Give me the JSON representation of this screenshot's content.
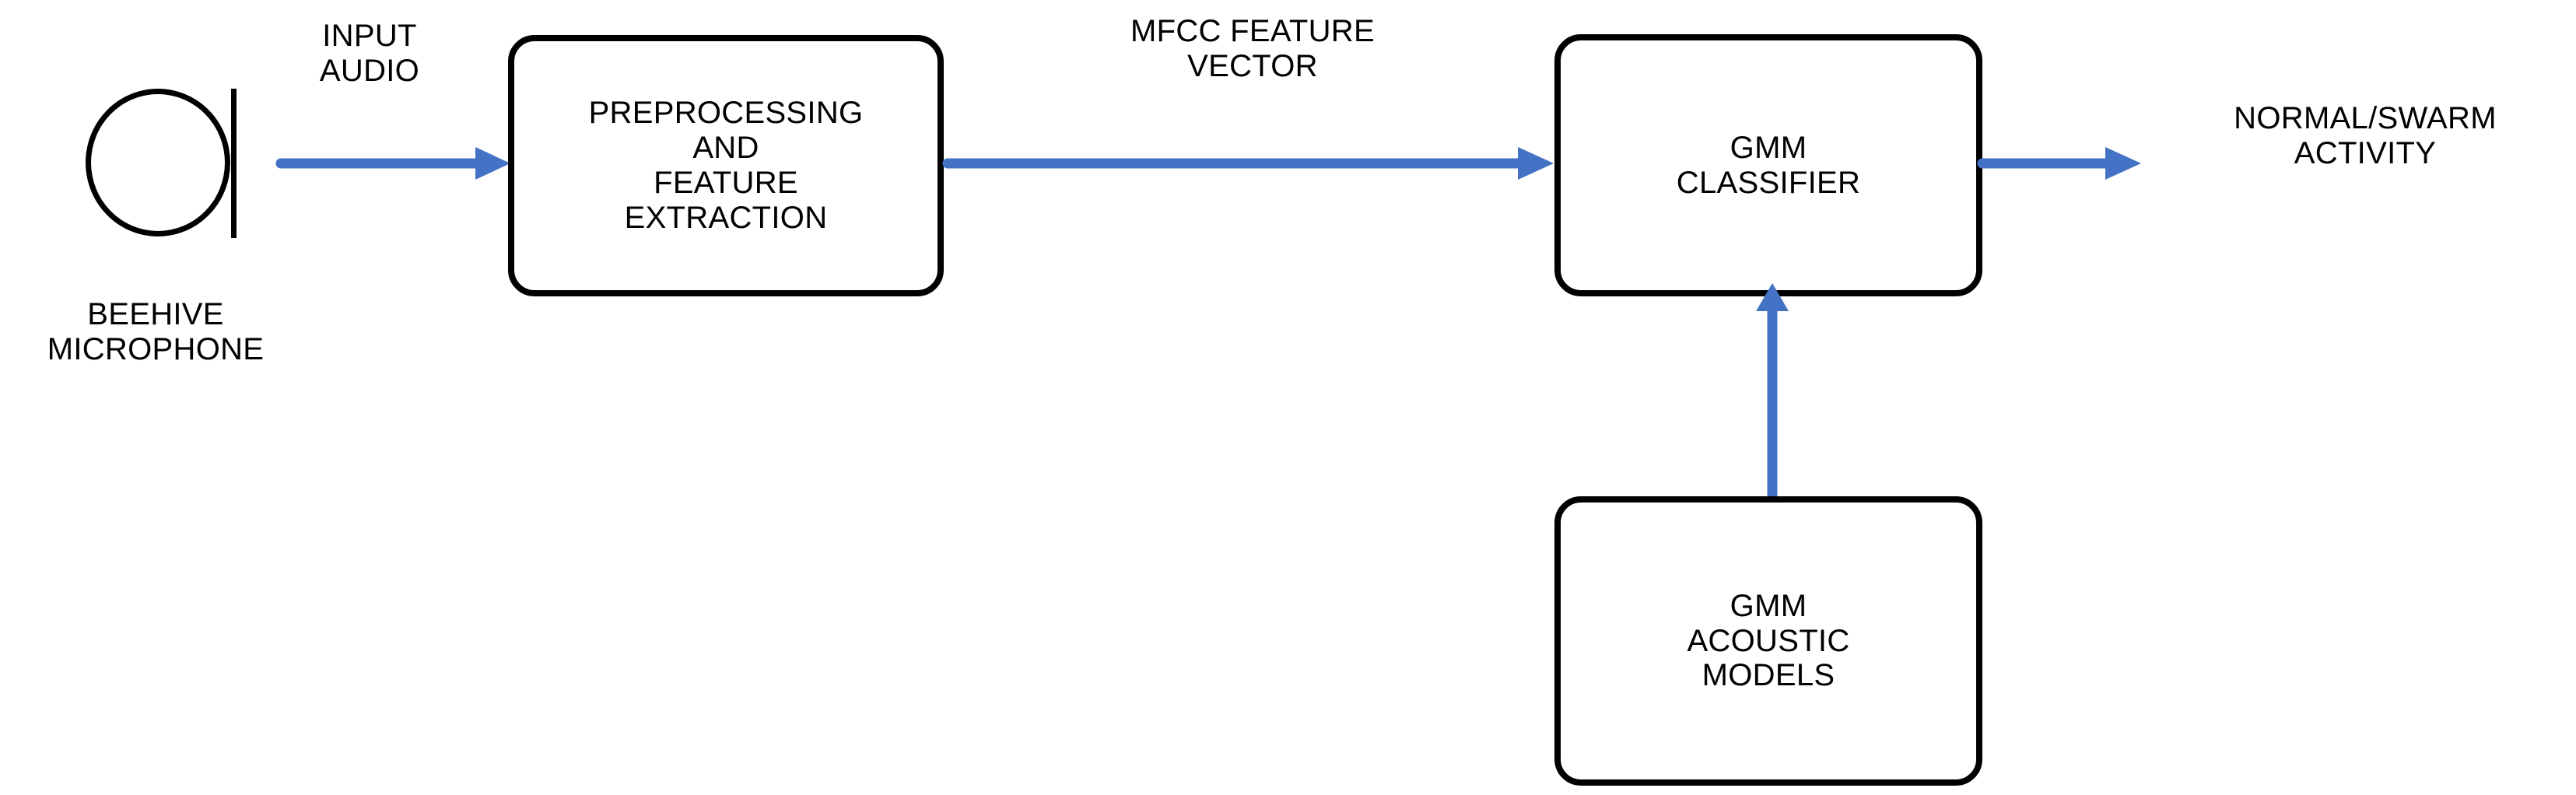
{
  "diagram": {
    "title": "Beehive acoustic monitoring block diagram",
    "accent_color": "#4472C4",
    "line_color": "#000000",
    "background": "#ffffff"
  },
  "mic": {
    "icon_name": "microphone-icon",
    "caption_line1": "BEEHIVE",
    "caption_line2": "MICROPHONE"
  },
  "edges": {
    "input_audio": {
      "line1": "INPUT",
      "line2": "AUDIO",
      "arrow_name": "input-audio-arrow"
    },
    "mfcc": {
      "line1": "MFCC FEATURE",
      "line2": "VECTOR",
      "arrow_name": "mfcc-feature-vector-arrow"
    },
    "output": {
      "line1": "NORMAL/SWARM",
      "line2": "ACTIVITY",
      "arrow_name": "classification-output-arrow"
    },
    "models_feed": {
      "arrow_name": "acoustic-models-arrow"
    }
  },
  "blocks": {
    "preprocessing": {
      "lines": [
        "PREPROCESSING",
        "AND",
        "FEATURE",
        "EXTRACTION"
      ]
    },
    "classifier": {
      "lines": [
        "GMM",
        "CLASSIFIER"
      ]
    },
    "acoustic_models": {
      "lines": [
        "GMM",
        "ACOUSTIC",
        "MODELS"
      ]
    }
  }
}
